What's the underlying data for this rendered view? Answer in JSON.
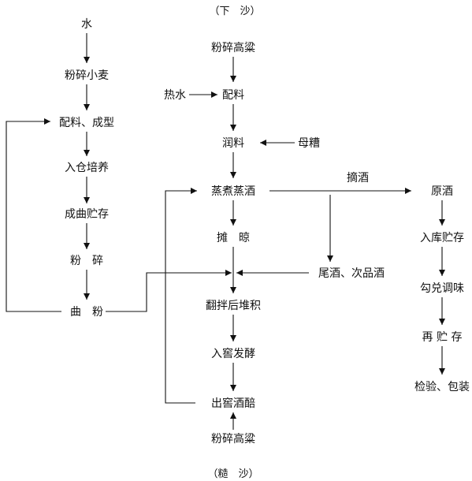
{
  "header": "（下　沙）",
  "footer": "（糙　沙）",
  "nodes": {
    "water": "水",
    "crush_wheat": "粉碎小麦",
    "mix_shape": "配料、成型",
    "incubate": "入仓培养",
    "store_qu": "成曲贮存",
    "crush": "粉　碎",
    "qu_powder": "曲　粉",
    "crush_sorghum_top": "粉碎高粱",
    "hot_water": "热水",
    "mix": "配料",
    "moisten": "润料",
    "mother_grains": "母糟",
    "steam": "蒸煮蒸酒",
    "spread": "摊　晾",
    "tail_wine": "尾酒、次品酒",
    "pick_wine": "摘酒",
    "raw_wine": "原酒",
    "store_warehouse": "入库贮存",
    "blend": "勾兑调味",
    "restore": "再 贮 存",
    "inspect_pack": "检验、包装",
    "turn_pile": "翻拌后堆积",
    "ferment": "入窖发酵",
    "out_cellar": "出窖酒醅",
    "crush_sorghum_bottom": "粉碎高粱"
  }
}
